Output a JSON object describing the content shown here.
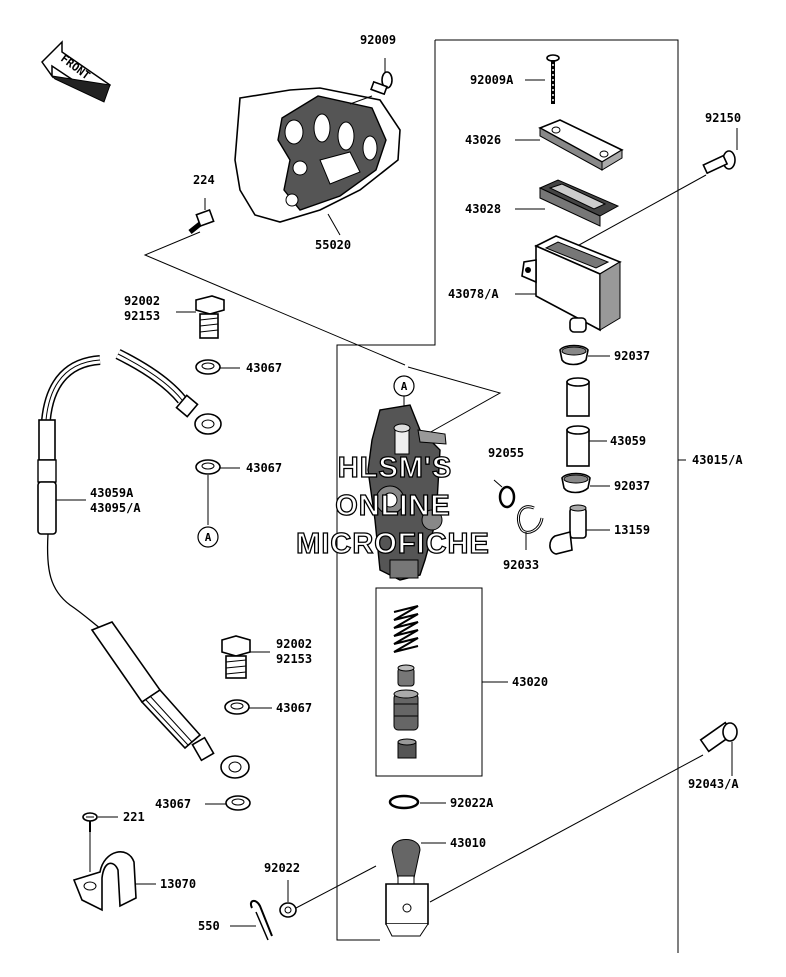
{
  "front_arrow": {
    "text": "FRONT"
  },
  "watermark": {
    "line1": "HLSM'S",
    "line2": "ONLINE",
    "line3": "MICROFICHE"
  },
  "ref_marker": "A",
  "labels": {
    "p92009": "92009",
    "p92009a": "92009A",
    "p92150": "92150",
    "p43026": "43026",
    "p43028": "43028",
    "p224": "224",
    "p55020": "55020",
    "p43078a": "43078/A",
    "p92002_top": "92002",
    "p92153_top": "92153",
    "p43067_1": "43067",
    "p92037_top": "92037",
    "p43059": "43059",
    "p92055": "92055",
    "p43067_2": "43067",
    "p43015a": "43015/A",
    "p43059a": "43059A",
    "p43095a": "43095/A",
    "p92037_bot": "92037",
    "p13159": "13159",
    "p92033": "92033",
    "p92002_bot": "92002",
    "p92153_bot": "92153",
    "p43020": "43020",
    "p43067_3": "43067",
    "p92043a": "92043/A",
    "p43067_4": "43067",
    "p92022a": "92022A",
    "p221": "221",
    "p43010": "43010",
    "p92022": "92022",
    "p13070": "13070",
    "p550": "550"
  }
}
